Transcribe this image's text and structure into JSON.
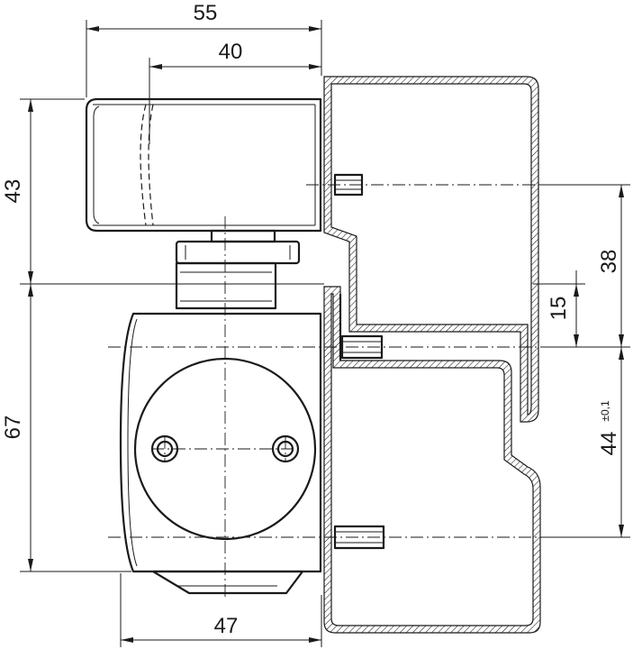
{
  "dimensions": {
    "width_overall": "55",
    "width_upper": "40",
    "height_upper": "43",
    "height_lower": "67",
    "spacing_right": "38",
    "offset_right": "15",
    "spacing_lower": "44",
    "spacing_lower_tolerance": "±0,1",
    "width_bottom": "47"
  }
}
